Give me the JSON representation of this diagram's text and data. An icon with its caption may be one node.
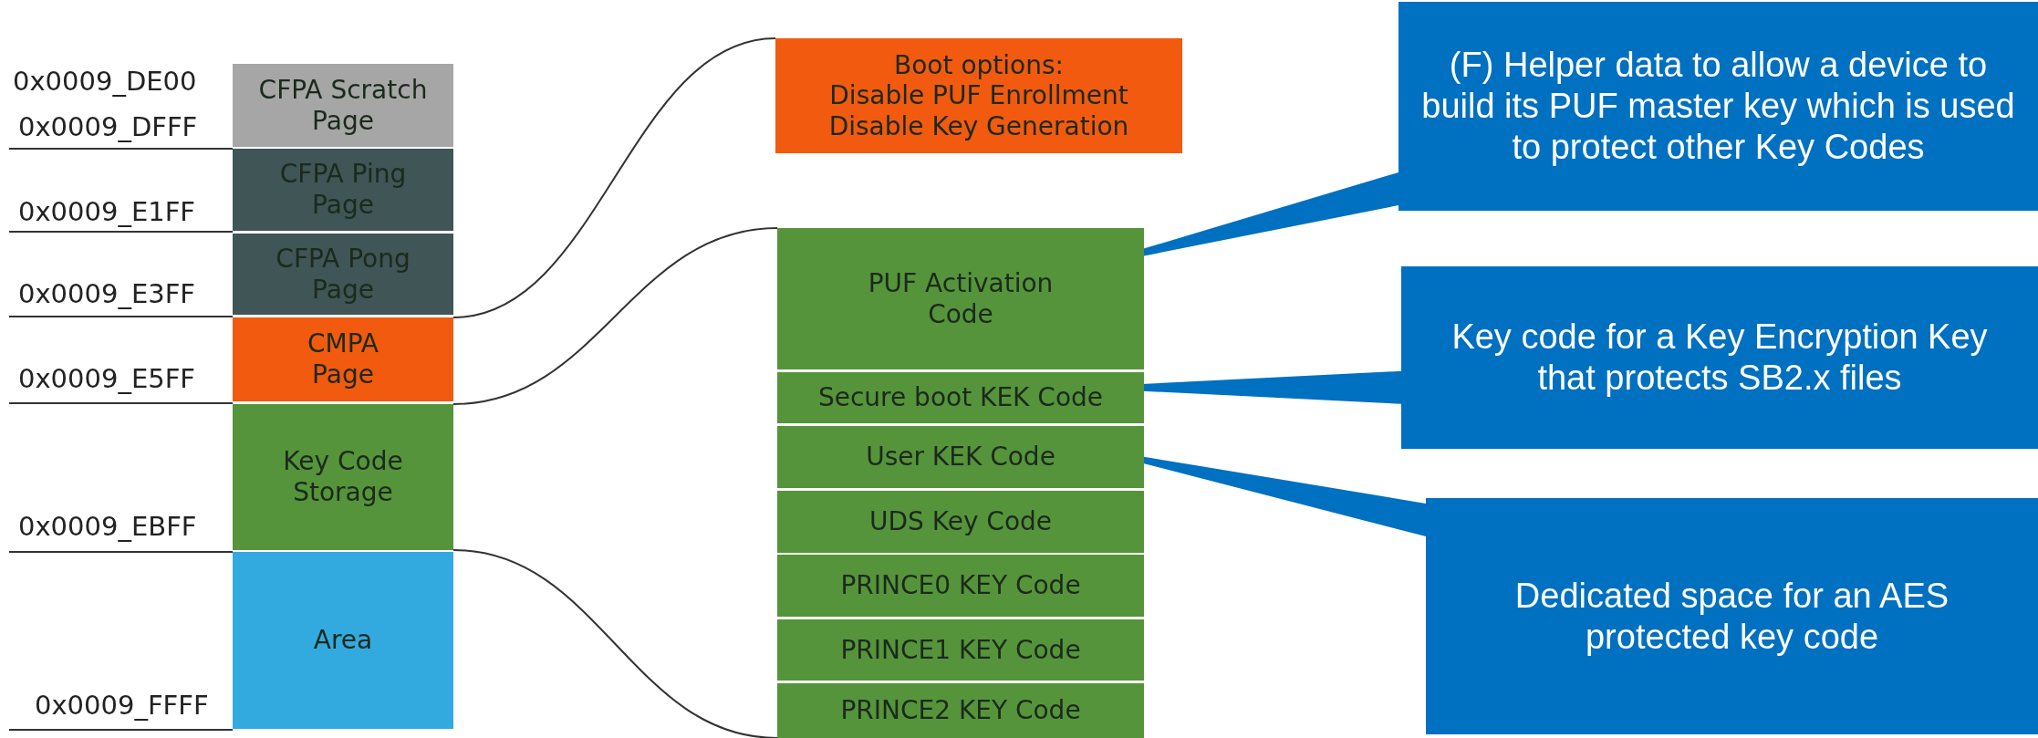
{
  "diagram": {
    "nodes": [
      {
        "text": [
          "CFPA Scratch Page"
        ],
        "beside": [
          "0x0009_DE00",
          "0x0009_DFFF"
        ]
      },
      {
        "text": [
          "CFPA Ping Page"
        ],
        "beside": [
          "0x0009_E1FF"
        ]
      },
      {
        "text": [
          "CFPA Pong Page"
        ],
        "beside": [
          "0x0009_E3FF"
        ]
      },
      {
        "text": [
          "CMPA Page"
        ],
        "beside": [
          "0x0009_E5FF"
        ]
      },
      {
        "text": [
          "Key Code Storage"
        ],
        "beside": [
          "0x0009_EBFF"
        ]
      },
      {
        "text": [
          "Area"
        ],
        "beside": [
          "0x0009_FFFF"
        ]
      },
      {
        "text": [
          "Boot options:",
          "Disable PUF Enrollment Disable Key Generation"
        ]
      },
      {
        "text": [
          "PUF Activation Code"
        ]
      },
      {
        "text": [
          "Secure boot KEK Code"
        ]
      },
      {
        "text": [
          "User KEK Code"
        ]
      },
      {
        "text": [
          "UDS Key Code"
        ]
      },
      {
        "text": [
          "PRINCE0 KEY Code"
        ]
      },
      {
        "text": [
          "PRINCE1 KEY Code"
        ]
      },
      {
        "text": [
          "PRINCE2 KEY Code"
        ]
      },
      {
        "text": [
          "(F) Helper data to allow a device to build its PUF master key which is used to protect other Key Codes"
        ]
      },
      {
        "text": [
          "Key code for a Key Encryption Key that protects SB2.x files"
        ]
      },
      {
        "text": [
          "Dedicated space for an AES protected key code"
        ]
      }
    ],
    "edges": [
      {
        "from": 3,
        "to": 6,
        "arrow": "none"
      },
      {
        "from": 4,
        "to": 7,
        "arrow": "none"
      },
      {
        "from": 4,
        "to": 13,
        "arrow": "none"
      },
      {
        "from": 14,
        "to": 7,
        "arrow": "none"
      },
      {
        "from": 15,
        "to": 8,
        "arrow": "none"
      },
      {
        "from": 16,
        "to": 9,
        "arrow": "none"
      }
    ]
  }
}
